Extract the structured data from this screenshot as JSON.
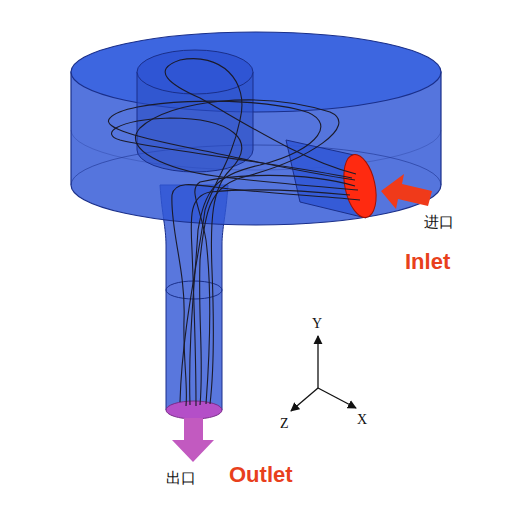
{
  "diagram": {
    "labels": [
      "进口",
      "Inlet",
      "Y",
      "X",
      "Z",
      "出口",
      "Outlet"
    ]
  }
}
